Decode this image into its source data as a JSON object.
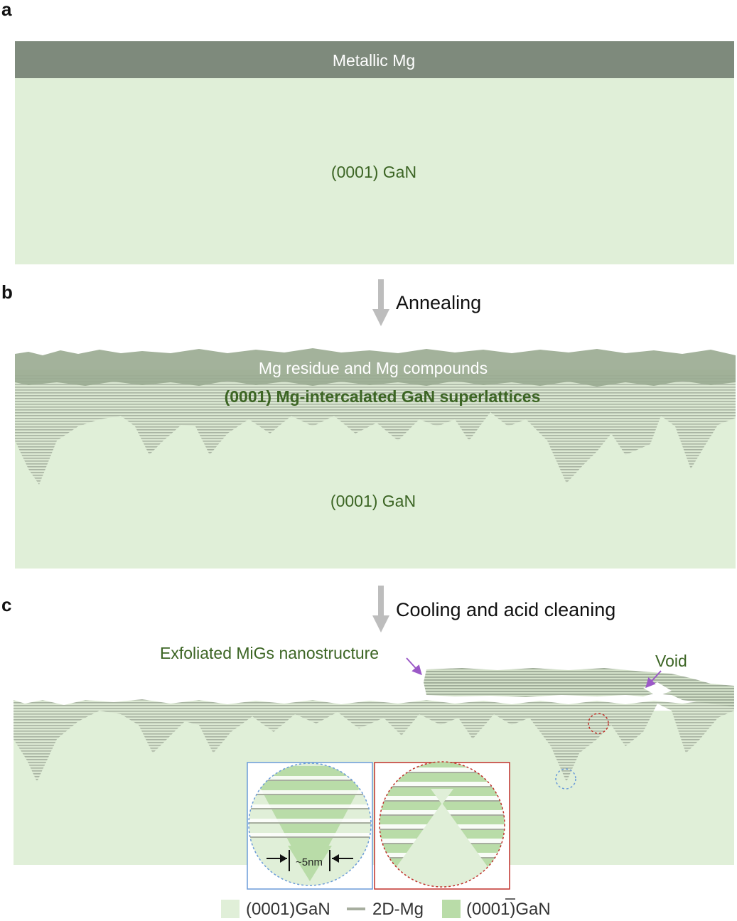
{
  "panels": {
    "a": {
      "letter": "a",
      "top_layer": "Metallic Mg",
      "substrate": "(0001) GaN"
    },
    "b": {
      "letter": "b",
      "step": "Annealing",
      "residue": "Mg residue and Mg compounds",
      "superlattice": "(0001) Mg-intercalated GaN superlattices",
      "substrate": "(0001) GaN"
    },
    "c": {
      "letter": "c",
      "step": "Cooling and acid cleaning",
      "callout_exfoliated": "Exfoliated MiGs nanostructure",
      "callout_void": "Void",
      "inset_dimension": "~5nm"
    }
  },
  "legend": {
    "items": [
      {
        "label": "(0001)GaN",
        "color": "#e0efd8"
      },
      {
        "label": "2D-Mg",
        "color": "#a7ae9f"
      },
      {
        "label": "(0001)GaN",
        "overbar_digit_index": 4,
        "color": "#b9dca8"
      }
    ]
  },
  "colors": {
    "gan": "#e0efd8",
    "metal_mg": "#7e8a7c",
    "residue": "#9bab92",
    "mg_line": "#a7ae9f",
    "n_polar": "#b9dca8",
    "arrow": "#bdbdbd",
    "callout_arrow": "#9b59c7",
    "inset_blue": "#6a9bd8",
    "inset_red": "#c0302a"
  }
}
